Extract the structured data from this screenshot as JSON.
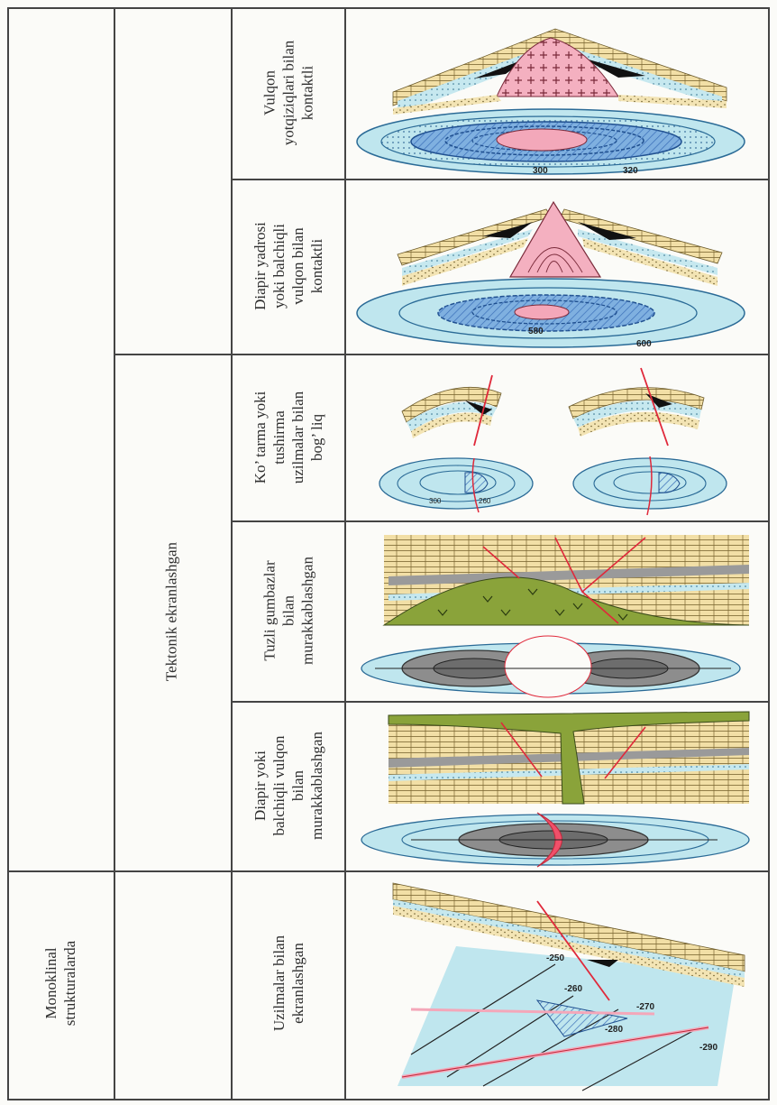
{
  "table": {
    "groups": {
      "monoklinal": [
        "Monoklinal",
        "strukturalarda"
      ],
      "tektonik": "Tektonik ekranlashgan"
    },
    "types": {
      "vulqon": [
        "Vulqon",
        "yotqiziqlari bilan",
        "kontaktli"
      ],
      "diapir_kontakt": [
        "Diapir yadrosi",
        "yoki balchiqli",
        "vulqon bilan",
        "kontaktli"
      ],
      "kotarma": [
        "Ko’ tarma yoki",
        "tushirma",
        "uzilmalar bilan",
        "bog’ liq"
      ],
      "tuzli": [
        "Tuzli gumbazlar",
        "bilan",
        "murakkablashgan"
      ],
      "diapir_murakkab": [
        "Diapir yoki",
        "balchiqli vulqon",
        "bilan",
        "murakkablashgan"
      ],
      "uzilmalar": [
        "Uzilmalar bilan",
        "ekranlashgan"
      ]
    }
  },
  "map_labels": {
    "vulqon": [
      "300",
      "320"
    ],
    "diapir": [
      "580",
      "600"
    ],
    "kotarma": [
      "300",
      "260"
    ],
    "uzilmalar": [
      "-250",
      "-260",
      "-270",
      "-280",
      "-290"
    ]
  },
  "colors": {
    "sandstone": "#f2dfa6",
    "limestone_line": "#6b5a2a",
    "water": "#bfe6ee",
    "oil": "#1a1a1a",
    "intrusive": "#f4a7b9",
    "salt": "#8aa33a",
    "fault": "#e0283a",
    "map_blue": "#4f86c6",
    "map_grey": "#8d8d8d"
  }
}
